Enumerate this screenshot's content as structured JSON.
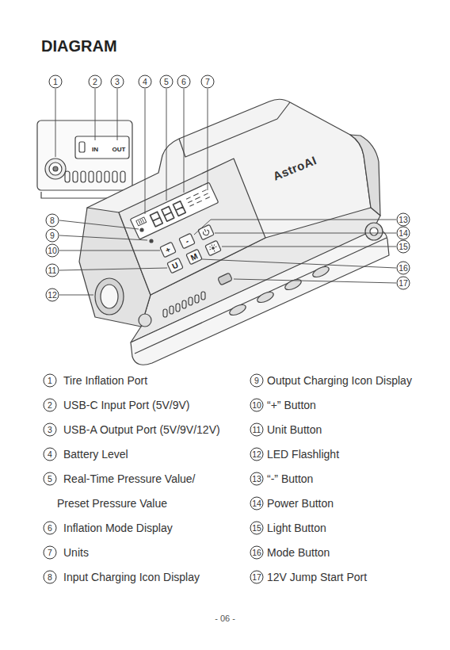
{
  "diagram": {
    "title": "DIAGRAM",
    "labels": [
      "1",
      "2",
      "3",
      "4",
      "5",
      "6",
      "7",
      "8",
      "9",
      "10",
      "11",
      "12",
      "13",
      "14",
      "15",
      "16",
      "17",
      "IN",
      "OUT",
      "AstroAI",
      "+",
      "-",
      "U",
      "M",
      "1",
      "Tire Inflation Port",
      "9",
      "Output Charging Icon Display",
      "2",
      "USB-C Input Port (5V/9V)",
      "10",
      "“+” Button",
      "3",
      "USB-A Output Port (5V/9V/12V)",
      "11",
      "Unit Button",
      "4",
      "Battery Level",
      "12",
      "LED Flashlight",
      "5",
      "Real-Time Pressure Value/ Preset Pressure Value",
      "13",
      "“-” Button",
      "14",
      "Power Button",
      "6",
      "Inflation Mode Display",
      "15",
      "Light Button",
      "7",
      "Units",
      "16",
      "Mode Button",
      "8",
      "Input Charging Icon Display",
      "17",
      "12V Jump Start Port",
      "- 06 -"
    ]
  }
}
